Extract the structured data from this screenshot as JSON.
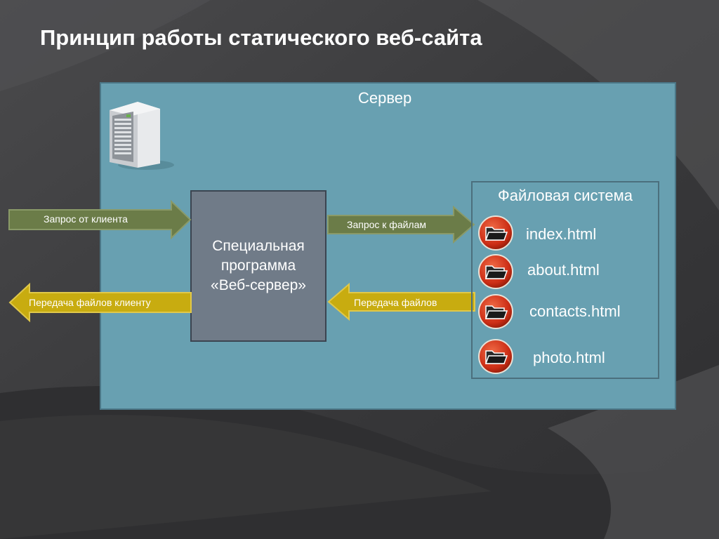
{
  "slide": {
    "title": "Принцип работы статического веб-сайта"
  },
  "server": {
    "label": "Сервер",
    "icon": "server-tower-icon"
  },
  "webserver": {
    "lines": [
      "Специальная",
      "программа",
      "«Веб-сервер»"
    ]
  },
  "arrows": {
    "client_request": "Запрос от клиента",
    "file_request": "Запрос к файлам",
    "file_transfer": "Передача файлов",
    "client_transfer": "Передача файлов клиенту"
  },
  "filesystem": {
    "title": "Файловая система",
    "files": [
      "index.html",
      "about.html",
      "contacts.html",
      "photo.html"
    ],
    "icon": "folder-icon"
  },
  "colors": {
    "panel": "#68a0b1",
    "webserver_box": "#707b88",
    "request_arrow": "#6b7c48",
    "response_arrow": "#c8ac10",
    "folder_badge": "#cc2e16"
  }
}
